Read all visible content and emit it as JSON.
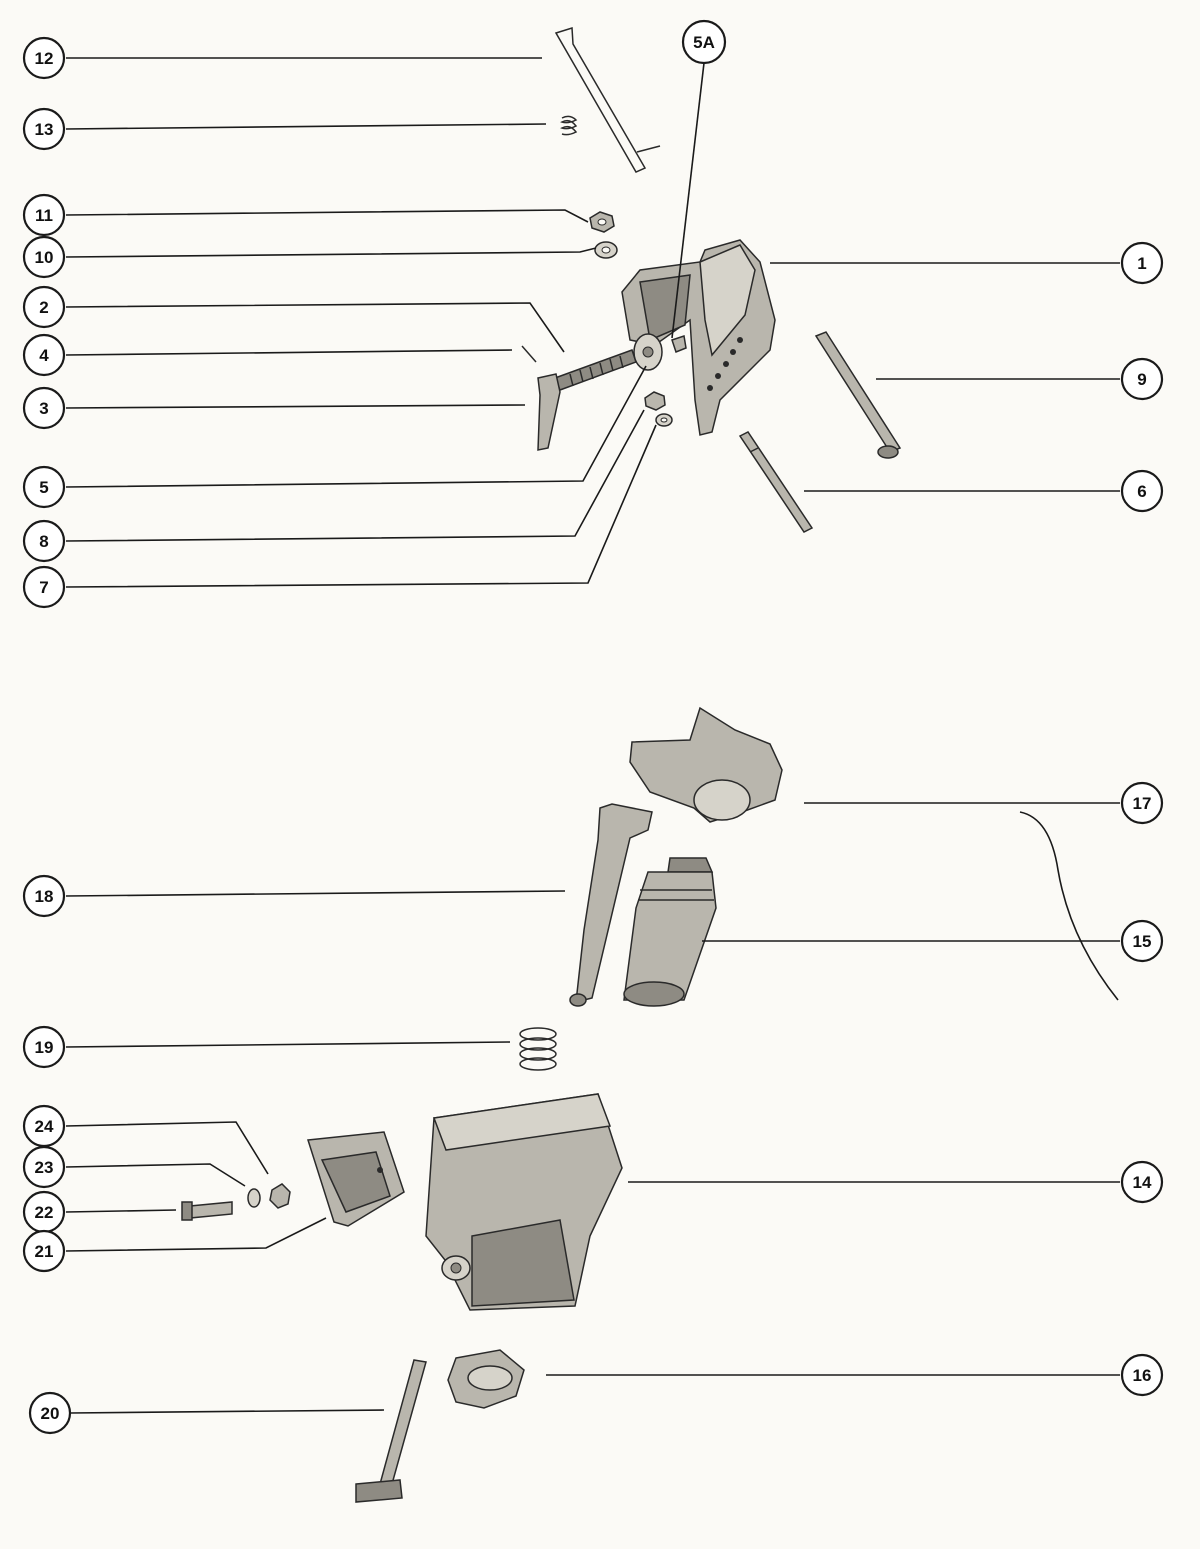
{
  "callouts": [
    {
      "id": "c12",
      "label": "12"
    },
    {
      "id": "c13",
      "label": "13"
    },
    {
      "id": "c11",
      "label": "11"
    },
    {
      "id": "c10",
      "label": "10"
    },
    {
      "id": "c2",
      "label": "2"
    },
    {
      "id": "c4",
      "label": "4"
    },
    {
      "id": "c3",
      "label": "3"
    },
    {
      "id": "c5",
      "label": "5"
    },
    {
      "id": "c8",
      "label": "8"
    },
    {
      "id": "c7",
      "label": "7"
    },
    {
      "id": "c5a",
      "label": "5A"
    },
    {
      "id": "c1",
      "label": "1"
    },
    {
      "id": "c9",
      "label": "9"
    },
    {
      "id": "c6",
      "label": "6"
    },
    {
      "id": "c17",
      "label": "17"
    },
    {
      "id": "c18",
      "label": "18"
    },
    {
      "id": "c15",
      "label": "15"
    },
    {
      "id": "c19",
      "label": "19"
    },
    {
      "id": "c24",
      "label": "24"
    },
    {
      "id": "c23",
      "label": "23"
    },
    {
      "id": "c22",
      "label": "22"
    },
    {
      "id": "c21",
      "label": "21"
    },
    {
      "id": "c14",
      "label": "14"
    },
    {
      "id": "c16",
      "label": "16"
    },
    {
      "id": "c20",
      "label": "20"
    }
  ]
}
